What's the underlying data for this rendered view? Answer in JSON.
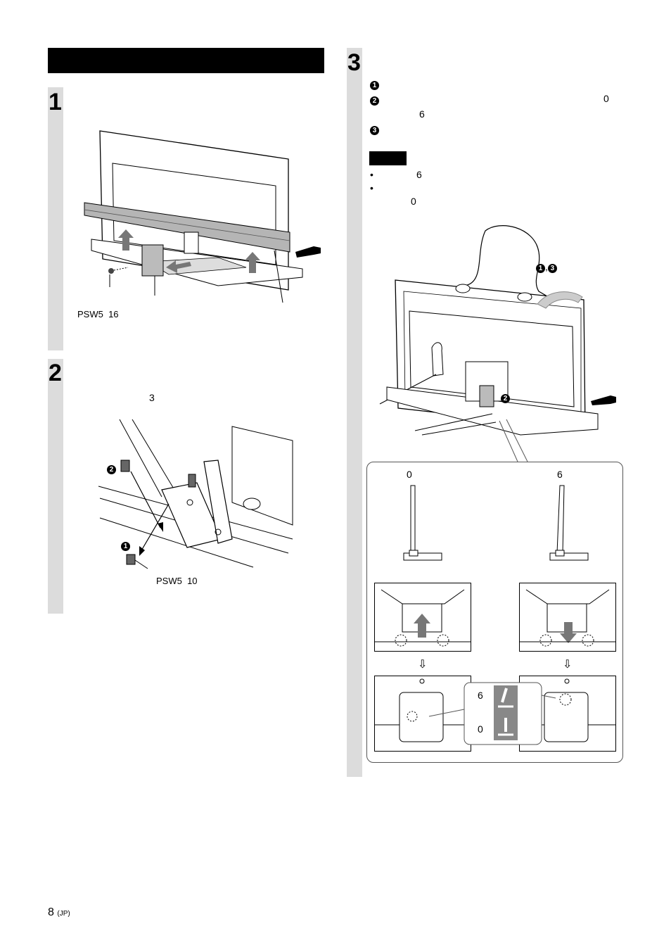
{
  "page": {
    "number": "8",
    "region": "(JP)"
  },
  "step1": {
    "number": "1",
    "screw_label": "PSW5  16"
  },
  "step2": {
    "number": "2",
    "ref_number": "3",
    "screw_label": "PSW5  10",
    "markers": [
      "❷",
      "❶"
    ]
  },
  "step3": {
    "number": "3",
    "instructions": [
      {
        "marker": "1",
        "text": ""
      },
      {
        "marker": "2",
        "text": "",
        "value_a": "0",
        "value_b": "6"
      },
      {
        "marker": "3",
        "text": ""
      }
    ],
    "notes": [
      {
        "text": "6"
      },
      {
        "text": "0"
      }
    ],
    "illustration_markers": {
      "top": "1,3",
      "mid": "2"
    },
    "detail": {
      "left_angle": "0",
      "right_angle": "6",
      "legend_top": "6",
      "legend_bottom": "0",
      "down_arrows": [
        "⇩",
        "⇩"
      ]
    }
  },
  "colors": {
    "step_band": "#dcdcdc",
    "header": "#000000"
  }
}
